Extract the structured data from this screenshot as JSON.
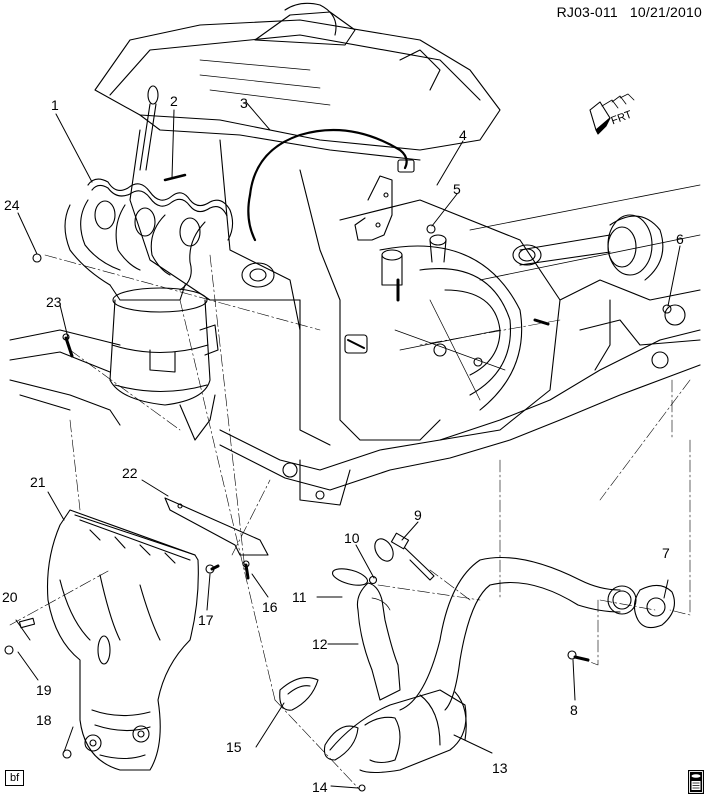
{
  "header": {
    "diagram_code": "RJ03-011",
    "date": "10/21/2010"
  },
  "orientation_marker": {
    "label": "FRT",
    "icon": "front-direction-arrow-icon"
  },
  "footer": {
    "badge_label": "bf",
    "spec_icon": "oil-spec-icon"
  },
  "callouts": [
    {
      "num": "1"
    },
    {
      "num": "2"
    },
    {
      "num": "3"
    },
    {
      "num": "4"
    },
    {
      "num": "5"
    },
    {
      "num": "6"
    },
    {
      "num": "7"
    },
    {
      "num": "8"
    },
    {
      "num": "9"
    },
    {
      "num": "10"
    },
    {
      "num": "11"
    },
    {
      "num": "12"
    },
    {
      "num": "13"
    },
    {
      "num": "14"
    },
    {
      "num": "15"
    },
    {
      "num": "16"
    },
    {
      "num": "17"
    },
    {
      "num": "18"
    },
    {
      "num": "19"
    },
    {
      "num": "20"
    },
    {
      "num": "21"
    },
    {
      "num": "22"
    },
    {
      "num": "23"
    },
    {
      "num": "24"
    }
  ]
}
